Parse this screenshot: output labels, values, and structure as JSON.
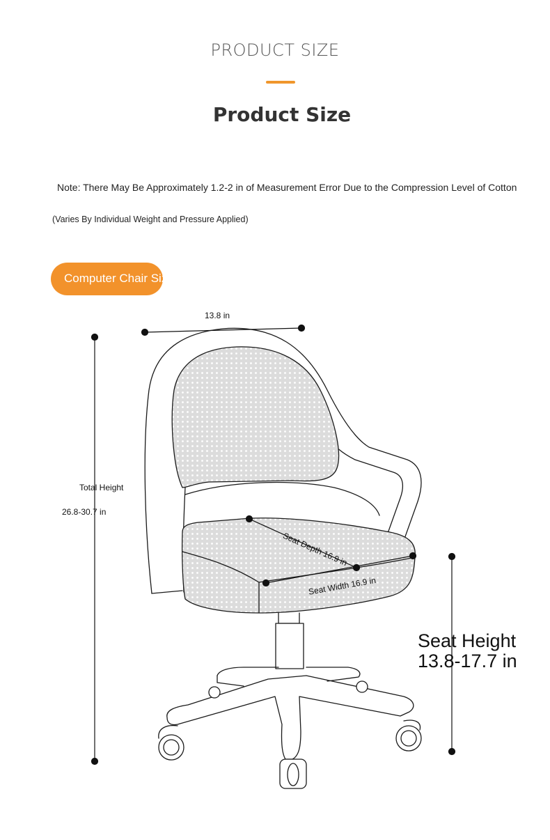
{
  "header": {
    "section_title": "PRODUCT SIZE",
    "main_heading": "Product Size",
    "accent_color": "#f0962c"
  },
  "notes": {
    "note": "Note: There May Be Approximately 1.2-2 in of Measurement Error Due to the Compression Level of Cotton",
    "subnote": "(Varies By Individual Weight and Pressure Applied)"
  },
  "category": {
    "label": "Computer Chair Size",
    "color": "#f2922b"
  },
  "dimensions": {
    "backrest_width": "13.8 in",
    "total_height_label": "Total Height",
    "total_height_value": "26.8-30.7 in",
    "seat_depth": "Seat Depth 16.9 in",
    "seat_width": "Seat Width 16.9 in",
    "seat_height_label": "Seat Height",
    "seat_height_value": "13.8-17.7 in"
  },
  "illustration": {
    "icon": "office-chair-line-drawing",
    "mesh_color": "#e4e4e4"
  }
}
